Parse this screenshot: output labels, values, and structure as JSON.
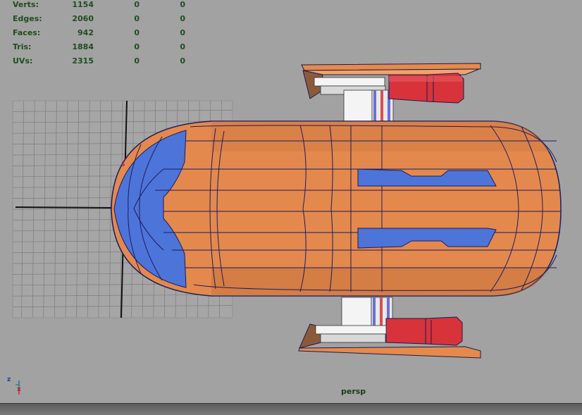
{
  "hud": {
    "rows": [
      {
        "label": "Verts:",
        "v1": "1154",
        "v2": "0",
        "v3": "0"
      },
      {
        "label": "Edges:",
        "v1": "2060",
        "v2": "0",
        "v3": "0"
      },
      {
        "label": "Faces:",
        "v1": "942",
        "v2": "0",
        "v3": "0"
      },
      {
        "label": "Tris:",
        "v1": "1884",
        "v2": "0",
        "v3": "0"
      },
      {
        "label": "UVs:",
        "v1": "2315",
        "v2": "0",
        "v3": "0"
      }
    ]
  },
  "viewport": {
    "camera": "persp",
    "axis": {
      "z": "z",
      "x": "x"
    }
  },
  "colors": {
    "background": "#a2a2a2",
    "hull_orange": "#e4894d",
    "hull_blue": "#4d74d8",
    "engine_red": "#d8333b",
    "wire": "#1c1c60",
    "hud_text": "#1f4d1f"
  }
}
